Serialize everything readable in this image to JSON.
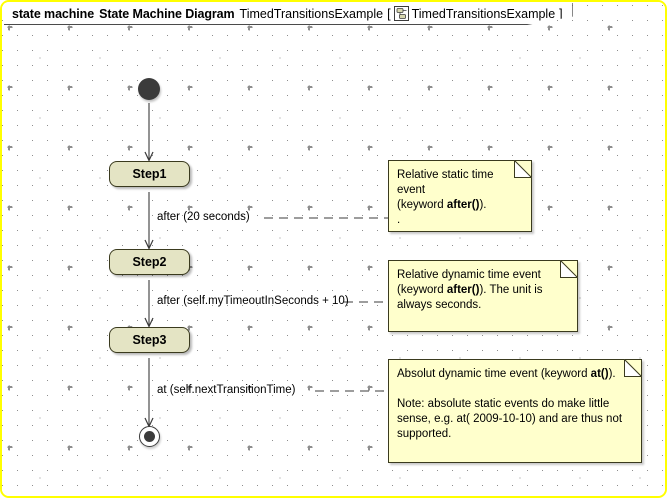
{
  "header": {
    "kind_label": "state machine",
    "diagram_type_label": "State Machine Diagram",
    "diagram_name": "TimedTransitionsExample",
    "bracket_open": "[",
    "bracket_close": "]",
    "context_name": "TimedTransitionsExample",
    "icon": "state-machine-icon"
  },
  "colors": {
    "frame_border": "#ffff00",
    "canvas_background": "#ffffff",
    "grid_dot": "#8e8e8e",
    "state_fill": "#e4e4c4",
    "state_border": "#3a3a1e",
    "note_fill": "#ffffcc",
    "note_border": "#3a3a1e",
    "node_fill": "#3b3b3b",
    "connector": "#3b3b3b"
  },
  "nodes": {
    "initial": {
      "name": "initial-state"
    },
    "states": [
      {
        "id": "step1",
        "label": "Step1"
      },
      {
        "id": "step2",
        "label": "Step2"
      },
      {
        "id": "step3",
        "label": "Step3"
      }
    ],
    "final": {
      "name": "final-state"
    }
  },
  "transitions": [
    {
      "id": "t0",
      "label": "",
      "from": "initial",
      "to": "step1"
    },
    {
      "id": "t1",
      "label": "after (20 seconds)",
      "from": "step1",
      "to": "step2"
    },
    {
      "id": "t2",
      "label": "after (self.myTimeoutInSeconds + 10)",
      "from": "step2",
      "to": "step3"
    },
    {
      "id": "t3",
      "label": "at (self.nextTransitionTime)",
      "from": "step3",
      "to": "final"
    }
  ],
  "notes": [
    {
      "id": "note1",
      "lines": [
        {
          "segments": [
            {
              "text": "Relative static time event",
              "bold": false
            }
          ]
        },
        {
          "segments": [
            {
              "text": "(keyword ",
              "bold": false
            },
            {
              "text": "after()",
              "bold": true
            },
            {
              "text": ").",
              "bold": false
            }
          ]
        },
        {
          "segments": [
            {
              "text": ".",
              "bold": false
            }
          ]
        }
      ],
      "plain": "Relative static time event (keyword after()). ."
    },
    {
      "id": "note2",
      "lines": [
        {
          "segments": [
            {
              "text": "Relative dynamic time event",
              "bold": false
            }
          ]
        },
        {
          "segments": [
            {
              "text": "(keyword ",
              "bold": false
            },
            {
              "text": "after()",
              "bold": true
            },
            {
              "text": "). The unit is",
              "bold": false
            }
          ]
        },
        {
          "segments": [
            {
              "text": "always seconds.",
              "bold": false
            }
          ]
        }
      ],
      "plain": "Relative dynamic time event (keyword after()). The unit is always seconds."
    },
    {
      "id": "note3",
      "lines": [
        {
          "segments": [
            {
              "text": "Absolut dynamic time event (keyword ",
              "bold": false
            },
            {
              "text": "at()",
              "bold": true
            },
            {
              "text": ").",
              "bold": false
            }
          ]
        },
        {
          "segments": [
            {
              "text": "",
              "bold": false
            }
          ]
        },
        {
          "segments": [
            {
              "text": "Note: absolute static events do make little",
              "bold": false
            }
          ]
        },
        {
          "segments": [
            {
              "text": "sense, e.g. at( 2009-10-10) and are thus not",
              "bold": false
            }
          ]
        },
        {
          "segments": [
            {
              "text": "supported.",
              "bold": false
            }
          ]
        }
      ],
      "plain": "Absolut dynamic time event (keyword at()). Note: absolute static events do make little sense, e.g. at( 2009-10-10) and are thus not supported."
    }
  ]
}
